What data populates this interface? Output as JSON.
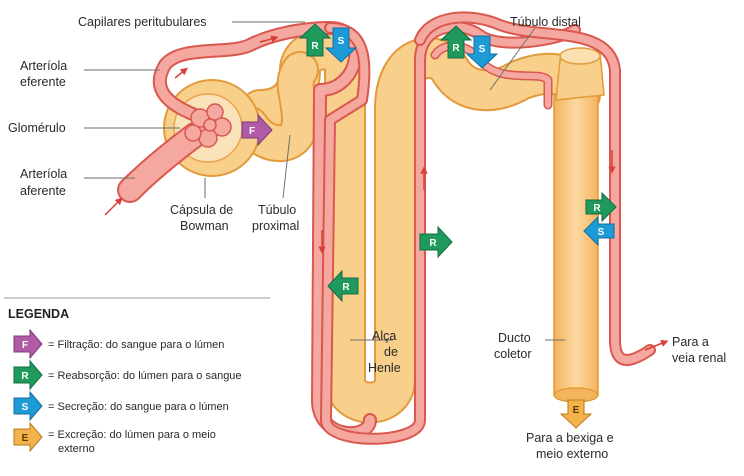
{
  "labels": {
    "capilares": "Capilares peritubulares",
    "tubulo_distal": "Túbulo distal",
    "arteriola_eferente_1": "Arteríola",
    "arteriola_eferente_2": "eferente",
    "glomerulo": "Glomérulo",
    "arteriola_aferente_1": "Arteríola",
    "arteriola_aferente_2": "aferente",
    "capsula_1": "Cápsula de",
    "capsula_2": "Bowman",
    "tubulo_proximal_1": "Túbulo",
    "tubulo_proximal_2": "proximal",
    "alca_1": "Alça",
    "alca_2": "de",
    "alca_3": "Henle",
    "ducto_1": "Ducto",
    "ducto_2": "coletor",
    "veia_1": "Para a",
    "veia_2": "veia renal",
    "bexiga_1": "Para a bexiga e",
    "bexiga_2": "meio externo"
  },
  "arrows": {
    "F": "F",
    "R": "R",
    "S": "S",
    "E": "E"
  },
  "legend": {
    "title": "LEGENDA",
    "items": [
      {
        "key": "F",
        "text": "= Filtração: do sangue para o lúmen"
      },
      {
        "key": "R",
        "text": "= Reabsorção: do lúmen para o sangue"
      },
      {
        "key": "S",
        "text": "= Secreção: do sangue para o lúmen"
      },
      {
        "key": "E",
        "text": "= Excreção: do lúmen para o meio",
        "text2": "externo"
      }
    ]
  },
  "colors": {
    "tubule": "#f7c57a",
    "tubule_stroke": "#e29a3a",
    "vessel": "#f08f86",
    "vessel_stroke": "#d9584f",
    "F": "#b05aa8",
    "R": "#1f9a5c",
    "S": "#1d9bd7",
    "E": "#f3b24a"
  }
}
